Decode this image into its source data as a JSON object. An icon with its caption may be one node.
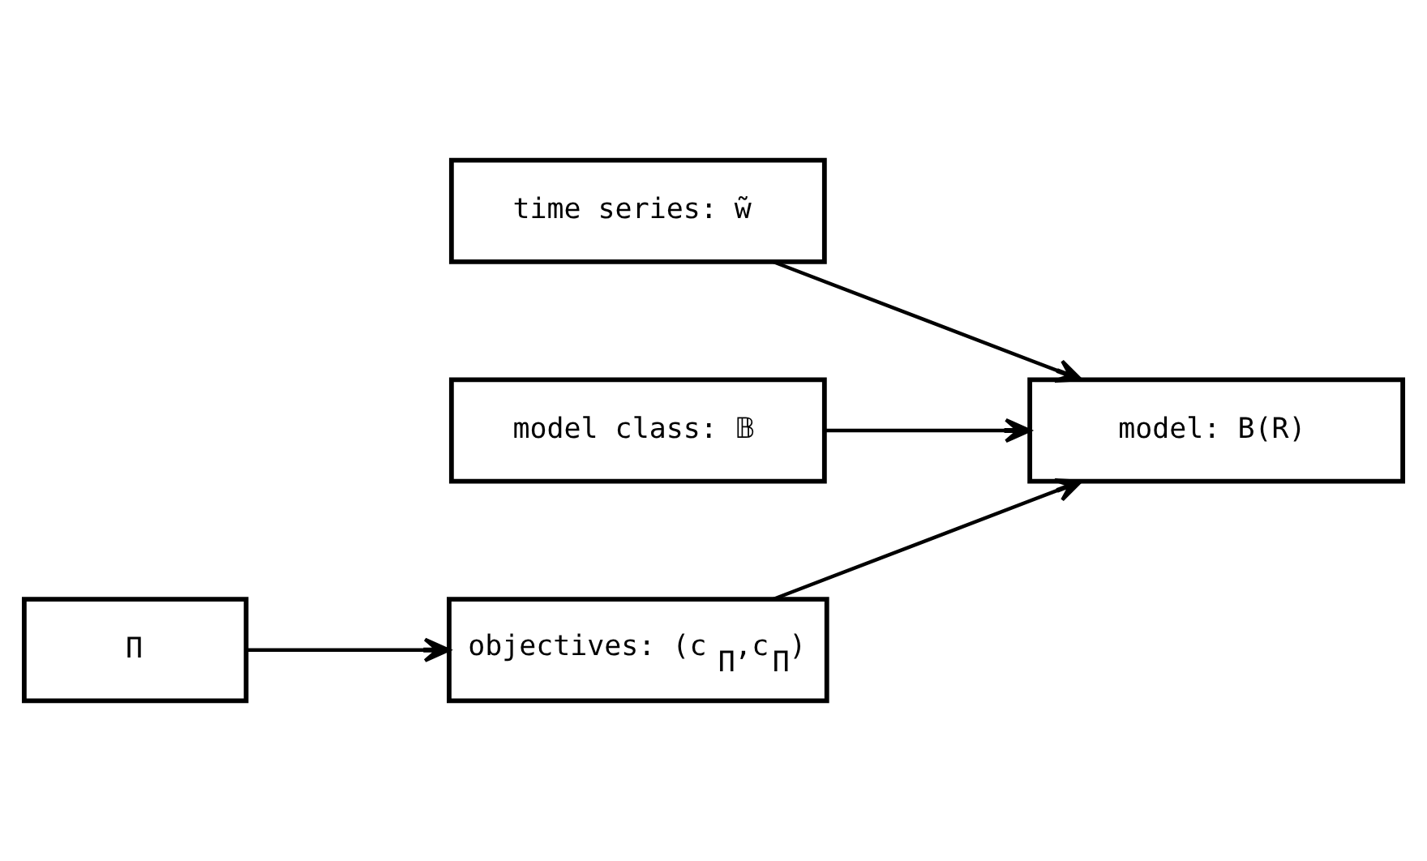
{
  "diagram": {
    "nodes": [
      {
        "text": [
          "time series: w̃"
        ]
      },
      {
        "text": [
          "model class: 𝔹"
        ]
      },
      {
        "text": [
          "model: B(R)"
        ]
      },
      {
        "text": [
          "Π"
        ]
      },
      {
        "text": [
          "objectives: (c$_{Π}$,c$_{Π}$)"
        ]
      }
    ],
    "edges": [
      {
        "from": 0,
        "to": 2,
        "arrow": "to"
      },
      {
        "from": 1,
        "to": 2,
        "arrow": "to"
      },
      {
        "from": 4,
        "to": 2,
        "arrow": "to"
      },
      {
        "from": 3,
        "to": 4,
        "arrow": "to"
      }
    ]
  }
}
